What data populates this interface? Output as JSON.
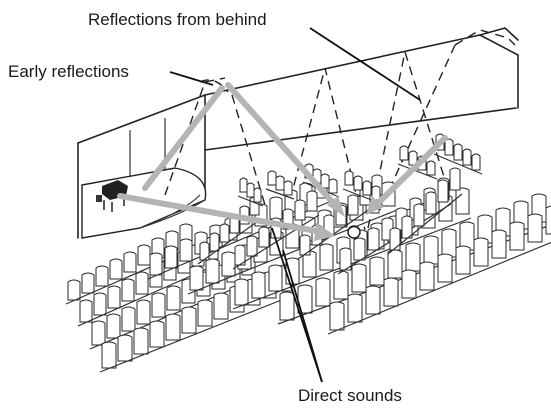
{
  "labels": {
    "reflections_from_behind": "Reflections from behind",
    "early_reflections": "Early reflections",
    "direct_sounds": "Direct sounds"
  },
  "colors": {
    "arrow": "#b4b4b4",
    "ink": "#222222",
    "background": "#ffffff"
  }
}
